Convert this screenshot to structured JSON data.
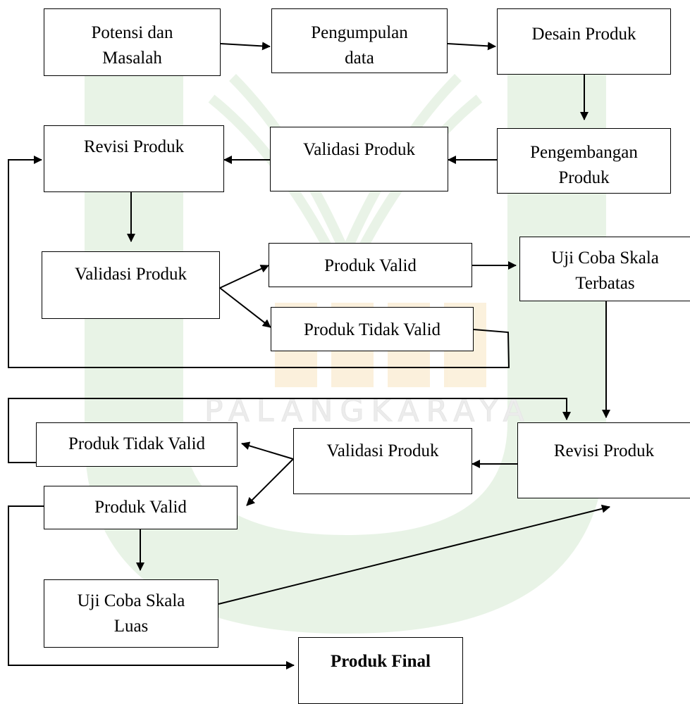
{
  "watermark": {
    "text": "PALANGKARAYA",
    "colors": {
      "green": "#7dba72",
      "yellow": "#f3cf8e",
      "gray": "#ececec"
    }
  },
  "boxes": {
    "potensi_masalah": "Potensi dan\nMasalah",
    "pengumpulan_data": "Pengumpulan\ndata",
    "desain_produk": "Desain Produk",
    "pengembangan_produk": "Pengembangan\nProduk",
    "validasi_produk_1": "Validasi Produk",
    "revisi_produk_1": "Revisi Produk",
    "validasi_produk_2": "Validasi Produk",
    "produk_valid_1": "Produk Valid",
    "produk_tidak_valid_1": "Produk Tidak Valid",
    "uji_coba_terbatas": "Uji Coba Skala\nTerbatas",
    "revisi_produk_2": "Revisi Produk",
    "validasi_produk_3": "Validasi Produk",
    "produk_tidak_valid_2": "Produk Tidak Valid",
    "produk_valid_2": "Produk Valid",
    "uji_coba_luas": "Uji Coba Skala\nLuas",
    "produk_final": "Produk Final"
  },
  "line_color": "#000000"
}
